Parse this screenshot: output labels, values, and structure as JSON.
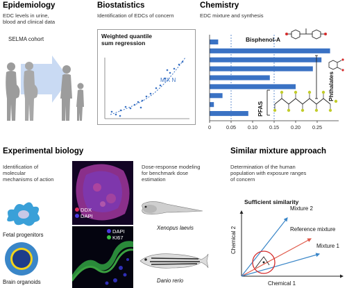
{
  "epidemiology": {
    "title": "Epidemiology",
    "subtitle_line1": "EDC levels in urine,",
    "subtitle_line2": "blood and clinical data",
    "cohort_label": "SELMA cohort"
  },
  "biostatistics": {
    "title": "Biostatistics",
    "subtitle": "Identification of EDCs of concern",
    "method_line1": "Weighted quantile",
    "method_line2": "sum regression",
    "mix_label": "MIX N"
  },
  "chemistry": {
    "title": "Chemistry",
    "subtitle": "EDC mixture and synthesis",
    "bisphenol_label": "Bisphenol-A",
    "phthalates_label": "Phthalates",
    "pfas_label": "PFAS",
    "colors": {
      "bar": "#3a72c4",
      "dash": "#3a72c4"
    }
  },
  "chart_data": {
    "type": "bar",
    "orientation": "horizontal",
    "values": [
      0.02,
      0.28,
      0.26,
      0.24,
      0.14,
      0.2,
      0.03,
      0.01,
      0.09
    ],
    "xlim": [
      0,
      0.3
    ],
    "xticks": [
      "0",
      "0.05",
      "0.10",
      "0.15",
      "0.20",
      "0.25"
    ],
    "xtick_values": [
      0,
      0.05,
      0.1,
      0.15,
      0.2,
      0.25
    ],
    "reference_lines": [
      0.05,
      0.15
    ],
    "bar_color": "#3a72c4"
  },
  "experimental_biology": {
    "title": "Experimental biology",
    "mechanism_line1": "Identification of",
    "mechanism_line2": "molecular",
    "mechanism_line3": "mechanisms of action",
    "fetal_label": "Fetal progenitors",
    "organoid_label": "Brain organoids",
    "stain1_a": "DDX",
    "stain1_b": "DAPI",
    "stain2_a": "DAPI",
    "stain2_b": "KI67",
    "dose_line1": "Dose-response modeling",
    "dose_line2": "for benchmark dose",
    "dose_line3": "estimation",
    "xenopus_label": "Xenopus laevis",
    "danio_label": "Danio rerio"
  },
  "similar_mixture": {
    "title": "Similar mixture approach",
    "sub_line1": "Determination of the human",
    "sub_line2": "population with exposure ranges",
    "sub_line3": "of concern",
    "sufficient_label": "Sufficient similarity",
    "mixture2": "Mixture 2",
    "reference": "Reference mixture",
    "mixture1": "Mixture 1",
    "chemical1": "Chemical 1",
    "chemical2": "Chemical 2",
    "colors": {
      "arrow": "#3a86c8",
      "reference": "#e05a4a",
      "circle": "#d42a2a"
    }
  }
}
